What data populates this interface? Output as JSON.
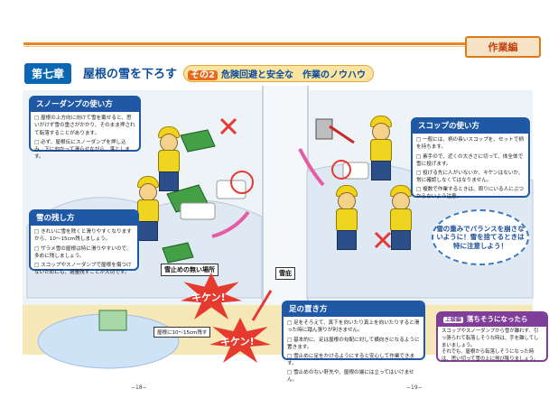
{
  "header": {
    "section_tag": "作業編"
  },
  "chapter": {
    "label": "第七章",
    "title": "屋根の雪を下ろす",
    "sub_num": "その2",
    "sub_title": "危険回避と安全な　作業のノウハウ"
  },
  "snow_dump": {
    "title": "スノーダンプの使い方",
    "items": [
      "屋根の上方向に向けて雪を載せると、思いがけず雪の重さがかかり、そのまま押されて転落することがあります。",
      "必ず、屋根伝にスノーダンプを押し込み、下に向かって滑らせながら、落とします。"
    ]
  },
  "shovel": {
    "title": "スコップの使い方",
    "items": [
      "一般には、柄の長いスコップを、セットで柄を持ちます。",
      "素手ので、近くの大きさに切って、体全体で雪に投げます。",
      "投げる先に人がいないか、キケンはないか、常に確認しなくてはなりません。",
      "複数で作業するときは、周りにいる人にぶつからないよう注意。"
    ]
  },
  "leave_snow": {
    "title": "雪の残し方",
    "items": [
      "きれいに雪を除くと滑りやすくなりますから、10〜15cm残しましょう。",
      "ザラメ雪の屋根は特に滑りやすいので、多めに残しましょう。",
      "スコップやスノーダンプで屋根を傷つけないためにも、適量残すことが大切です。"
    ]
  },
  "foot": {
    "title": "足の置き方",
    "items": [
      "足をそろえて、真下を向いたり真上を向いたりすると滑った時に踏ん張りが利きません。",
      "基本的に、足は屋根の勾配に対して横向きになるように置きます。",
      "雪止めに足をかけるようにすると安心して作業できます。",
      "雪止めのない軒先や、屋根の端には立ってはいけません。"
    ]
  },
  "purple": {
    "badge": "上級編",
    "title": "落ちそうになったら",
    "items": [
      "スコップやスノーダンプから雪が離れず、引っ張られて転落しそうな時は、手を離してしまいましょう。",
      "それでも、屋根から転落しそうになった時は、思い切って雪の上に飛び降りましょう。"
    ]
  },
  "oval": "雪の重みでバランスを崩さないように！雪を捨てるときは特に注意しよう！",
  "labels": {
    "no_stopper": "雪止めの無い場所",
    "stopper": "雪庇",
    "remain": "屋根に10〜15cm残す"
  },
  "warnings": [
    "キケン!",
    "キケン!"
  ],
  "pages": {
    "left": "−18−",
    "right": "−19−"
  }
}
